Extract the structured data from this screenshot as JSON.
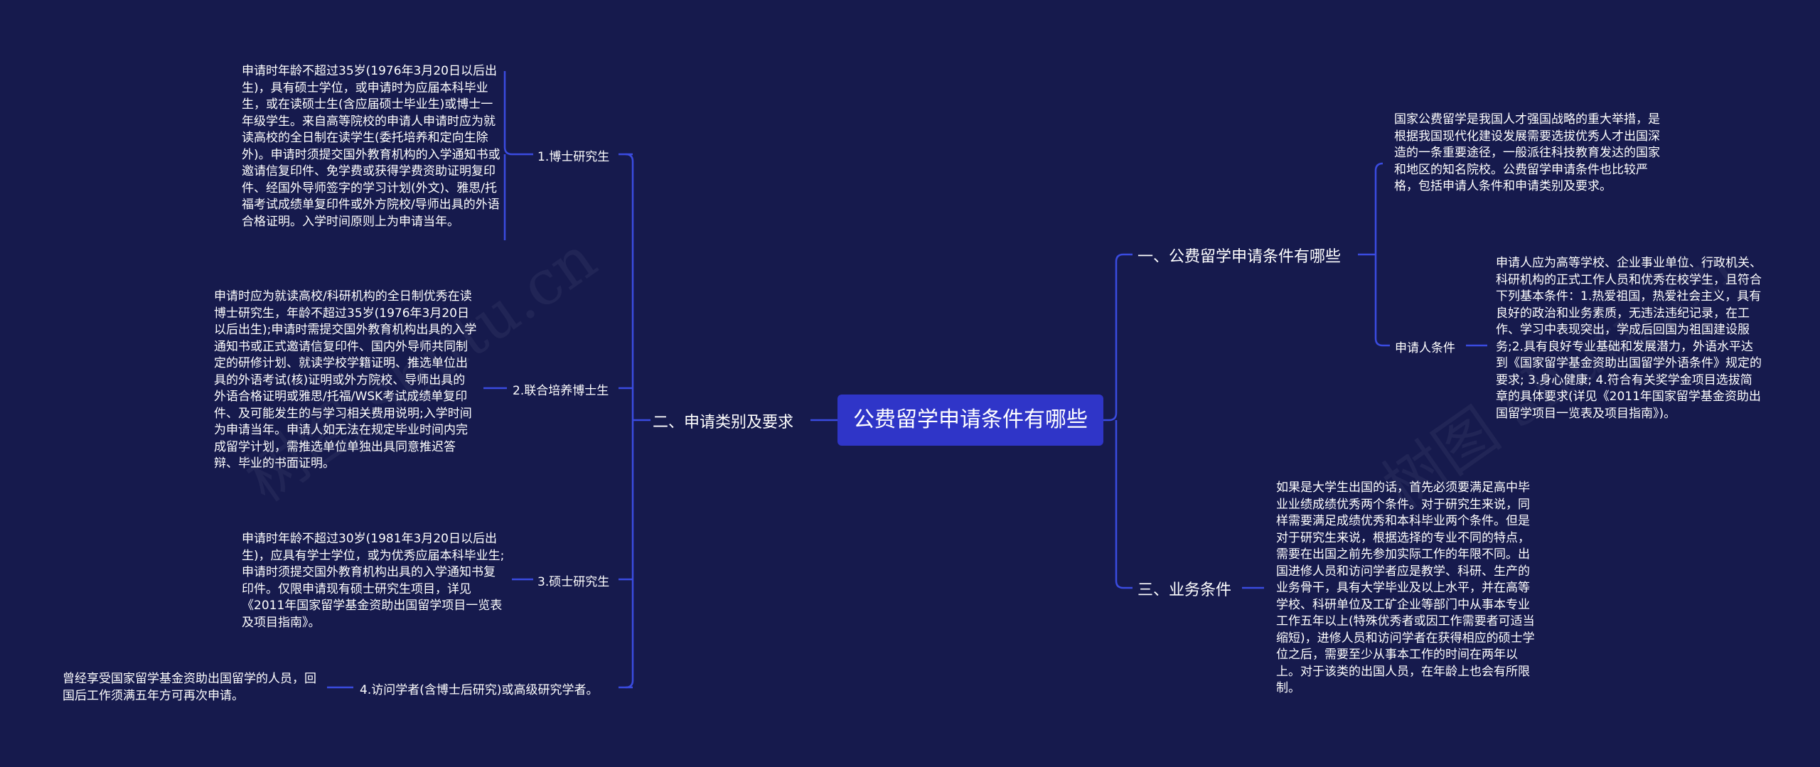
{
  "root": "公费留学申请条件有哪些",
  "right": {
    "branch1": {
      "label": "一、公费留学申请条件有哪些",
      "intro": "国家公费留学是我国人才强国战略的重大举措，是根据我国现代化建设发展需要选拔优秀人才出国深造的一条重要途径，一般派往科技教育发达的国家和地区的知名院校。公费留学申请条件也比较严格，包括申请人条件和申请类别及要求。",
      "applicant_label": "申请人条件",
      "applicant_text": "申请人应为高等学校、企业事业单位、行政机关、科研机构的正式工作人员和优秀在校学生，且符合下列基本条件：1.热爱祖国，热爱社会主义，具有良好的政治和业务素质，无违法违纪记录，在工作、学习中表现突出，学成后回国为祖国建设服务;2.具有良好专业基础和发展潜力，外语水平达到《国家留学基金资助出国留学外语条件》规定的要求; 3.身心健康; 4.符合有关奖学金项目选拔简章的具体要求(详见《2011年国家留学基金资助出国留学项目一览表及项目指南》)。"
    },
    "branch3": {
      "label": "三、业务条件",
      "text": "如果是大学生出国的话，首先必须要满足高中毕业业绩成绩优秀两个条件。对于研究生来说，同样需要满足成绩优秀和本科毕业两个条件。但是对于研究生来说，根据选择的专业不同的特点，需要在出国之前先参加实际工作的年限不同。出国进修人员和访问学者应是教学、科研、生产的业务骨干，具有大学毕业及以上水平，并在高等学校、科研单位及工矿企业等部门中从事本专业工作五年以上(特殊优秀者或因工作需要者可适当缩短)，进修人员和访问学者在获得相应的硕士学位之后，需要至少从事本工作的时间在两年以上。对于该类的出国人员，在年龄上也会有所限制。"
    }
  },
  "left": {
    "branch2": {
      "label": "二、申请类别及要求",
      "items": [
        {
          "label": "1.博士研究生",
          "text": "申请时年龄不超过35岁(1976年3月20日以后出生)，具有硕士学位，或申请时为应届本科毕业生，或在读硕士生(含应届硕士毕业生)或博士一年级学生。来自高等院校的申请人申请时应为就读高校的全日制在读学生(委托培养和定向生除外)。申请时须提交国外教育机构的入学通知书或邀请信复印件、免学费或获得学费资助证明复印件、经国外导师签字的学习计划(外文)、雅思/托福考试成绩单复印件或外方院校/导师出具的外语合格证明。入学时间原则上为申请当年。"
        },
        {
          "label": "2.联合培养博士生",
          "text": "申请时应为就读高校/科研机构的全日制优秀在读博士研究生，年龄不超过35岁(1976年3月20日以后出生);申请时需提交国外教育机构出具的入学通知书或正式邀请信复印件、国内外导师共同制定的研修计划、就读学校学籍证明、推选单位出具的外语考试(核)证明或外方院校、导师出具的外语合格证明或雅思/托福/WSK考试成绩单复印件、及可能发生的与学习相关费用说明;入学时间为申请当年。申请人如无法在规定毕业时间内完成留学计划，需推选单位单独出具同意推迟答辩、毕业的书面证明。"
        },
        {
          "label": "3.硕士研究生",
          "text": "申请时年龄不超过30岁(1981年3月20日以后出生)，应具有学士学位，或为优秀应届本科毕业生;申请时须提交国外教育机构出具的入学通知书复印件。仅限申请现有硕士研究生项目，详见《2011年国家留学基金资助出国留学项目一览表及项目指南》。"
        },
        {
          "label": "4.访问学者(含博士后研究)或高级研究学者。",
          "text": "曾经享受国家留学基金资助出国留学的人员，回国后工作须满五年方可再次申请。"
        }
      ]
    }
  },
  "watermarks": [
    "树图 shutu.cn",
    "树图 shutu.cn"
  ],
  "colors": {
    "background": "#161a4d",
    "root": "#2f35c8",
    "line": "#3a4be0",
    "text": "#ffffff"
  }
}
